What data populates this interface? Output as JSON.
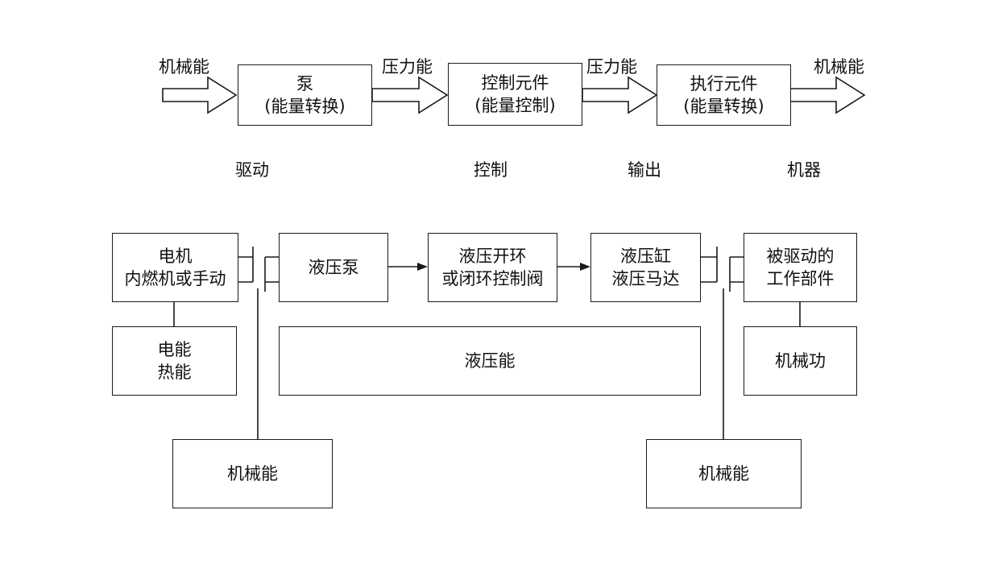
{
  "top_flow": {
    "input_label": "机械能",
    "pump": {
      "line1": "泵",
      "line2": "(能量转换)"
    },
    "pressure_label_1": "压力能",
    "control": {
      "line1": "控制元件",
      "line2": "(能量控制)"
    },
    "pressure_label_2": "压力能",
    "actuator": {
      "line1": "执行元件",
      "line2": "(能量转换)"
    },
    "output_label": "机械能"
  },
  "stage_labels": {
    "drive": "驱动",
    "control": "控制",
    "output": "输出",
    "machine": "机器"
  },
  "bottom_flow": {
    "motor": {
      "line1": "电机",
      "line2": "内燃机或手动"
    },
    "motor_energy": {
      "line1": "电能",
      "line2": "热能"
    },
    "hydraulic_pump": {
      "label": "液压泵"
    },
    "valve": {
      "line1": "液压开环",
      "line2": "或闭环控制阀"
    },
    "hydraulic_energy": {
      "label": "液压能"
    },
    "actuators": {
      "line1": "液压缸",
      "line2": "液压马达"
    },
    "driven_parts": {
      "line1": "被驱动的",
      "line2": "工作部件"
    },
    "mechanical_work": {
      "label": "机械功"
    },
    "mechanical_energy_left": {
      "label": "机械能"
    },
    "mechanical_energy_right": {
      "label": "机械能"
    }
  }
}
